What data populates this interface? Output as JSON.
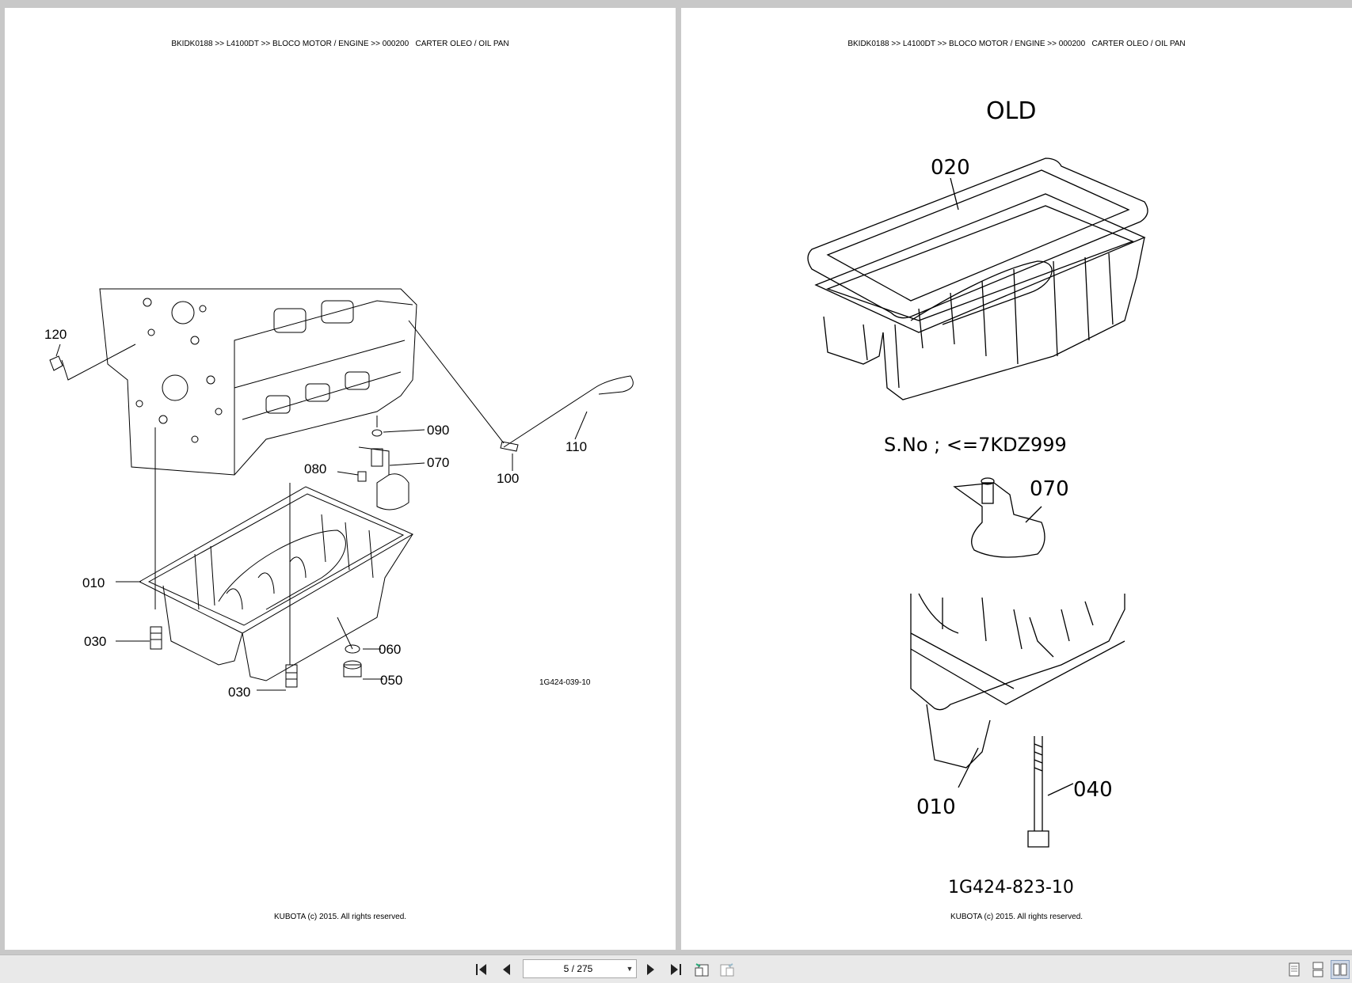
{
  "left_page": {
    "header": "BKIDK0188 >> L4100DT >> BLOCO MOTOR / ENGINE >> 000200   CARTER OLEO / OIL PAN",
    "footer": "KUBOTA (c) 2015. All rights reserved.",
    "labels": {
      "p120": "120",
      "p090": "090",
      "p070": "070",
      "p080": "080",
      "p110": "110",
      "p100": "100",
      "p010": "010",
      "p030a": "030",
      "p060": "060",
      "p050": "050",
      "p030b": "030"
    },
    "figure_code": "1G424-039-10"
  },
  "right_page": {
    "header": "BKIDK0188 >> L4100DT >> BLOCO MOTOR / ENGINE >> 000200   CARTER OLEO / OIL PAN",
    "footer": "KUBOTA (c) 2015. All rights reserved.",
    "title": "OLD",
    "labels": {
      "p020": "020",
      "p070": "070",
      "p010": "010",
      "p040": "040"
    },
    "serial_note": "S.No ; <=7KDZ999",
    "figure_code": "1G424-823-10"
  },
  "toolbar": {
    "page_indicator": "5 / 275",
    "icons": [
      "first-page-icon",
      "prev-page-icon",
      "next-page-icon",
      "last-page-icon",
      "go-back-icon",
      "go-forward-icon",
      "single-page-view-icon",
      "continuous-view-icon",
      "two-page-view-icon"
    ]
  }
}
